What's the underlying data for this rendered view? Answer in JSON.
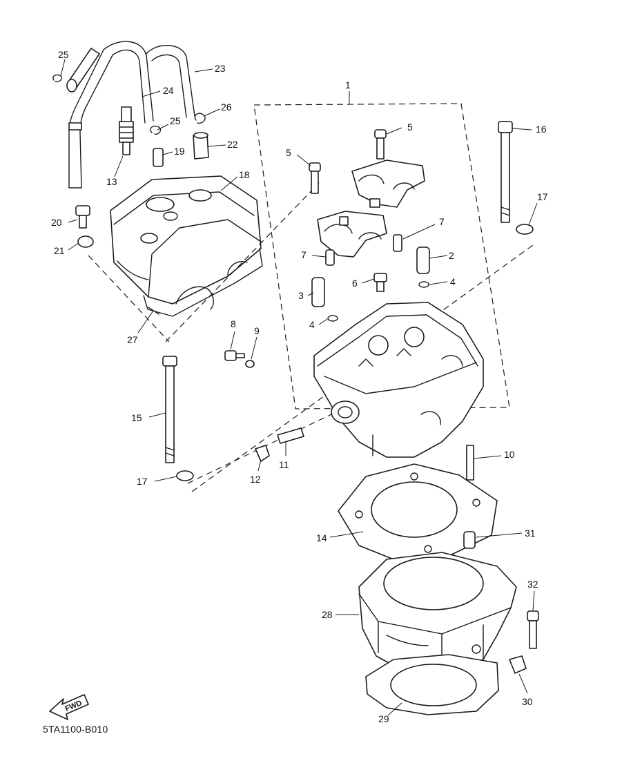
{
  "diagram": {
    "code": "5TA1100-B010",
    "fwd_label": "FWD",
    "callouts": [
      {
        "id": "c1",
        "label": "1"
      },
      {
        "id": "c2",
        "label": "2"
      },
      {
        "id": "c3",
        "label": "3"
      },
      {
        "id": "c4a",
        "label": "4"
      },
      {
        "id": "c4b",
        "label": "4"
      },
      {
        "id": "c5a",
        "label": "5"
      },
      {
        "id": "c5b",
        "label": "5"
      },
      {
        "id": "c6",
        "label": "6"
      },
      {
        "id": "c7a",
        "label": "7"
      },
      {
        "id": "c7b",
        "label": "7"
      },
      {
        "id": "c8",
        "label": "8"
      },
      {
        "id": "c9",
        "label": "9"
      },
      {
        "id": "c10",
        "label": "10"
      },
      {
        "id": "c11",
        "label": "11"
      },
      {
        "id": "c12",
        "label": "12"
      },
      {
        "id": "c13",
        "label": "13"
      },
      {
        "id": "c14",
        "label": "14"
      },
      {
        "id": "c15",
        "label": "15"
      },
      {
        "id": "c16",
        "label": "16"
      },
      {
        "id": "c17a",
        "label": "17"
      },
      {
        "id": "c17b",
        "label": "17"
      },
      {
        "id": "c18",
        "label": "18"
      },
      {
        "id": "c19",
        "label": "19"
      },
      {
        "id": "c20",
        "label": "20"
      },
      {
        "id": "c21",
        "label": "21"
      },
      {
        "id": "c22",
        "label": "22"
      },
      {
        "id": "c23",
        "label": "23"
      },
      {
        "id": "c24",
        "label": "24"
      },
      {
        "id": "c25a",
        "label": "25"
      },
      {
        "id": "c25b",
        "label": "25"
      },
      {
        "id": "c26",
        "label": "26"
      },
      {
        "id": "c27",
        "label": "27"
      },
      {
        "id": "c28",
        "label": "28"
      },
      {
        "id": "c29",
        "label": "29"
      },
      {
        "id": "c30",
        "label": "30"
      },
      {
        "id": "c31",
        "label": "31"
      },
      {
        "id": "c32",
        "label": "32"
      }
    ]
  }
}
